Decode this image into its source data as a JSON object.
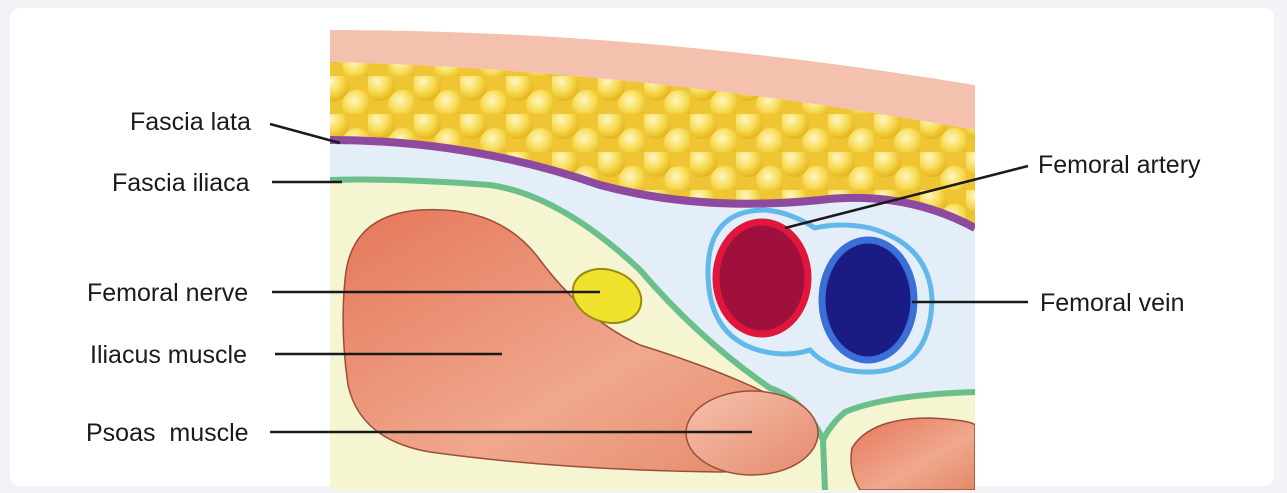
{
  "labels": {
    "fascia_lata": "Fascia lata",
    "fascia_iliaca": "Fascia iliaca",
    "femoral_nerve": "Femoral nerve",
    "iliacus_muscle": "Iliacus muscle",
    "psoas_muscle": "Psoas  muscle",
    "femoral_artery": "Femoral artery",
    "femoral_vein": "Femoral vein"
  },
  "colors": {
    "skin": "#f3c1ae",
    "fat": "#f3d23a",
    "fascia_lata": "#8e4a9e",
    "fascia_iliaca": "#6bbf8a",
    "interfascial_space": "#e3eef9",
    "subfascial_space": "#f5f5d2",
    "muscle": "#e58766",
    "nerve": "#f0e22c",
    "artery": "#a0103c",
    "vein": "#1b1b86",
    "vessel_sheath": "#62b8e8"
  }
}
